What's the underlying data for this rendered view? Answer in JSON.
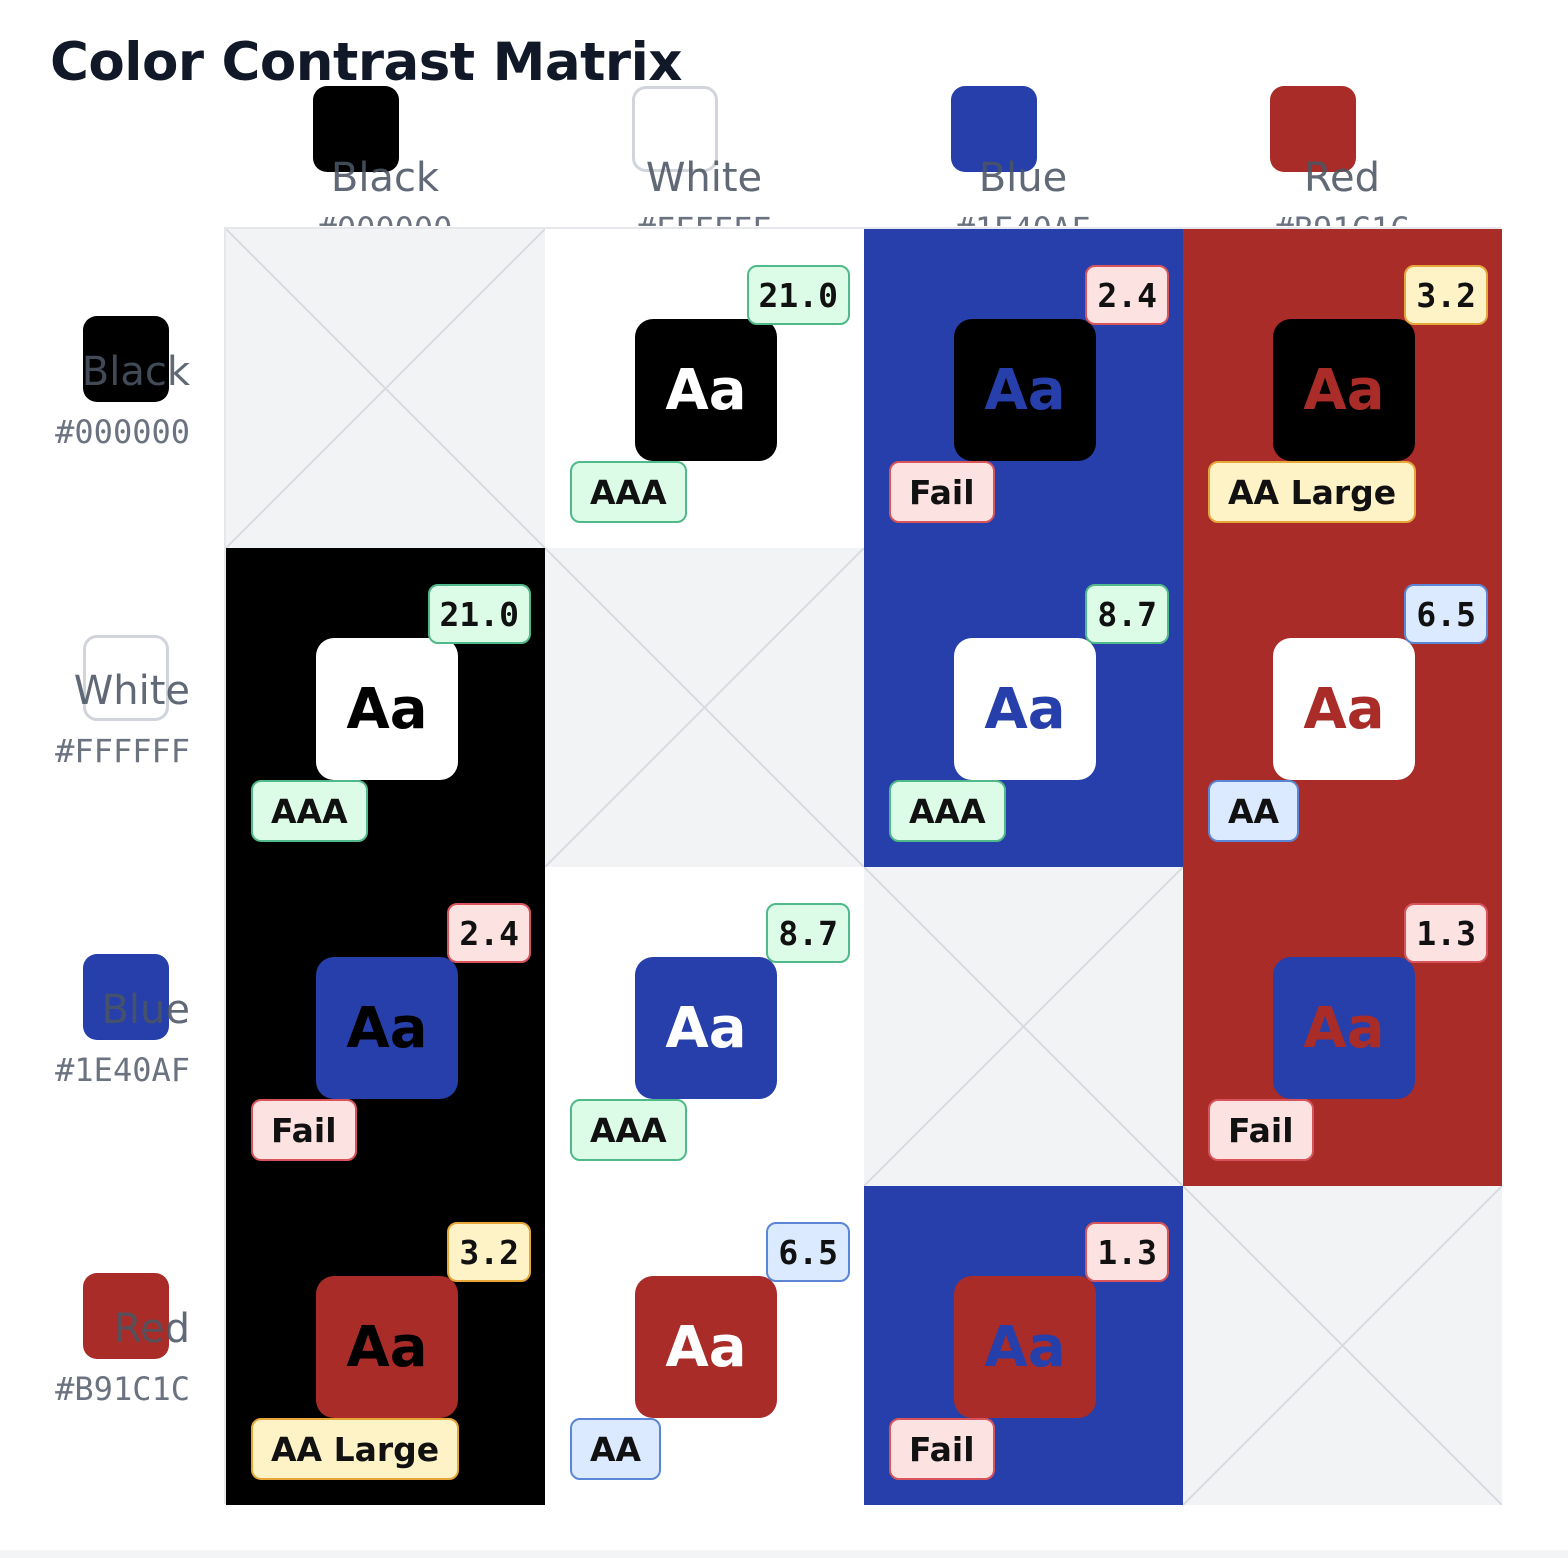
{
  "title": "Color Contrast Matrix",
  "colors": [
    {
      "name": "Black",
      "hex": "#000000"
    },
    {
      "name": "White",
      "hex": "#FFFFFF"
    },
    {
      "name": "Blue",
      "hex": "#1E40AF"
    },
    {
      "name": "Red",
      "hex": "#B91C1C"
    }
  ],
  "swatch_fills": {
    "Black": "#000000",
    "White": "#ffffff",
    "Blue": "#273faa",
    "Red": "#a92c28"
  },
  "empty_cell_color": "#f2f3f5",
  "sample_text": "Aa",
  "rows": [
    {
      "cells": [
        null,
        {
          "ratio": "21.0",
          "grade": "AAA"
        },
        {
          "ratio": "2.4",
          "grade": "Fail"
        },
        {
          "ratio": "3.2",
          "grade": "AA Large"
        }
      ]
    },
    {
      "cells": [
        {
          "ratio": "21.0",
          "grade": "AAA"
        },
        null,
        {
          "ratio": "8.7",
          "grade": "AAA"
        },
        {
          "ratio": "6.5",
          "grade": "AA"
        }
      ]
    },
    {
      "cells": [
        {
          "ratio": "2.4",
          "grade": "Fail"
        },
        {
          "ratio": "8.7",
          "grade": "AAA"
        },
        null,
        {
          "ratio": "1.3",
          "grade": "Fail"
        }
      ]
    },
    {
      "cells": [
        {
          "ratio": "3.2",
          "grade": "AA Large"
        },
        {
          "ratio": "6.5",
          "grade": "AA"
        },
        {
          "ratio": "1.3",
          "grade": "Fail"
        },
        null
      ]
    }
  ]
}
